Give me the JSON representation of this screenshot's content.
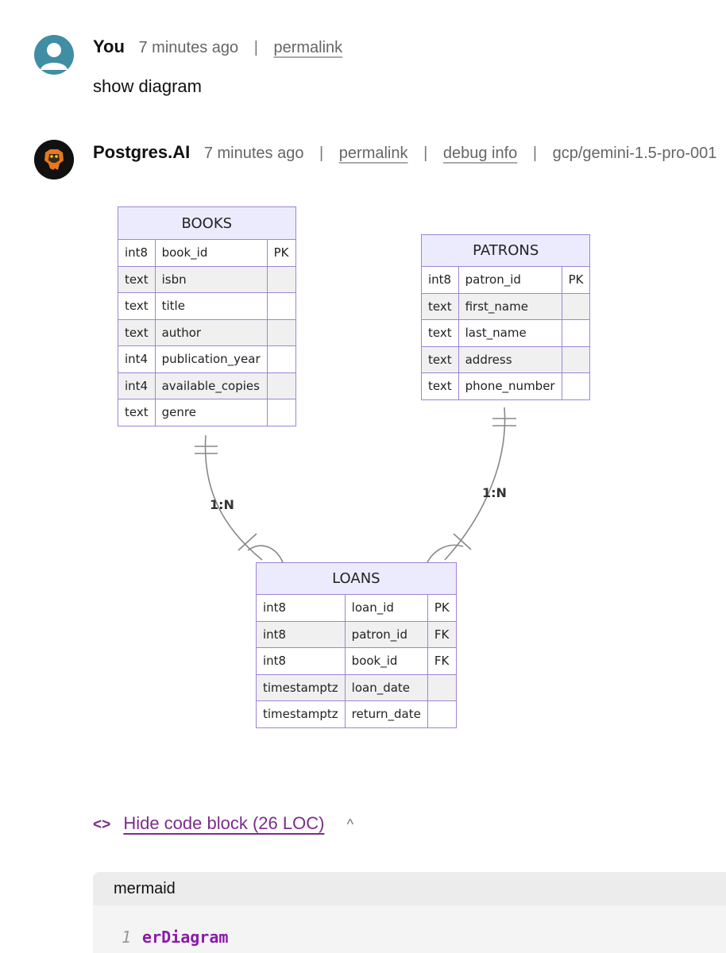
{
  "messages": [
    {
      "author": "You",
      "time": "7 minutes ago",
      "permalink": "permalink",
      "text": "show diagram"
    },
    {
      "author": "Postgres.AI",
      "time": "7 minutes ago",
      "permalink": "permalink",
      "debug": "debug info",
      "model": "gcp/gemini-1.5-pro-001"
    }
  ],
  "diagram": {
    "books": {
      "name": "BOOKS",
      "rows": [
        [
          "int8",
          "book_id",
          "PK"
        ],
        [
          "text",
          "isbn",
          ""
        ],
        [
          "text",
          "title",
          ""
        ],
        [
          "text",
          "author",
          ""
        ],
        [
          "int4",
          "publication_year",
          ""
        ],
        [
          "int4",
          "available_copies",
          ""
        ],
        [
          "text",
          "genre",
          ""
        ]
      ]
    },
    "patrons": {
      "name": "PATRONS",
      "rows": [
        [
          "int8",
          "patron_id",
          "PK"
        ],
        [
          "text",
          "first_name",
          ""
        ],
        [
          "text",
          "last_name",
          ""
        ],
        [
          "text",
          "address",
          ""
        ],
        [
          "text",
          "phone_number",
          ""
        ]
      ]
    },
    "loans": {
      "name": "LOANS",
      "rows": [
        [
          "int8",
          "loan_id",
          "PK"
        ],
        [
          "int8",
          "patron_id",
          "FK"
        ],
        [
          "int8",
          "book_id",
          "FK"
        ],
        [
          "timestamptz",
          "loan_date",
          ""
        ],
        [
          "timestamptz",
          "return_date",
          ""
        ]
      ]
    },
    "rel_books_loans": "1:N",
    "rel_patrons_loans": "1:N"
  },
  "code_toggle": {
    "icon": "<>",
    "label": "Hide code block (26 LOC)",
    "chevron": "^"
  },
  "code": {
    "language": "mermaid",
    "lines": [
      {
        "num": "1",
        "text": "erDiagram"
      }
    ]
  }
}
